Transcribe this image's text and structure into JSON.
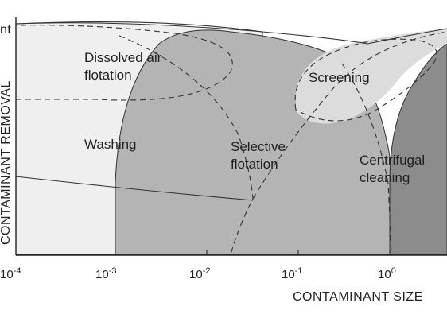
{
  "axes": {
    "x_title": "CONTAMINANT SIZE",
    "y_title": "CONTAMINANT REMOVAL",
    "y_top_fragment": "nt",
    "x_ticks": [
      {
        "base": "10",
        "exp": "-4"
      },
      {
        "base": "10",
        "exp": "-3"
      },
      {
        "base": "10",
        "exp": "-2"
      },
      {
        "base": "10",
        "exp": "-1"
      },
      {
        "base": "10",
        "exp": "0"
      }
    ]
  },
  "regions": {
    "dissolved_air": {
      "line1": "Dissolved air",
      "line2": "flotation"
    },
    "washing": {
      "line1": "Washing"
    },
    "selective": {
      "line1": "Selective",
      "line2": "flotation"
    },
    "screening": {
      "line1": "Screening"
    },
    "centrifugal": {
      "line1": "Centrifugal",
      "line2": "cleaning"
    }
  },
  "colors": {
    "washing_fill": "#efefef",
    "selective_fill": "#b4b4b4",
    "screening_fill": "#dcdcdc",
    "centrifugal_fill": "#8c8c8c",
    "line": "#333333"
  }
}
